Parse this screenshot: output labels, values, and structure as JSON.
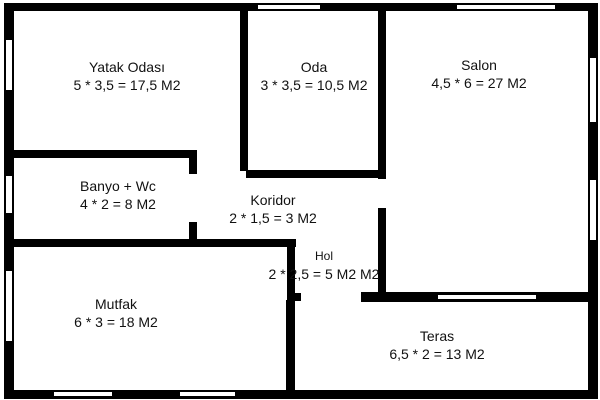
{
  "floor_plan": {
    "colors": {
      "wall": "#000000",
      "window": "#ffffff",
      "background": "#ffffff",
      "text": "#111111"
    },
    "rooms": [
      {
        "id": "yatak-odasi",
        "name": "Yatak Odası",
        "area": "5 * 3,5 = 17,5 M2"
      },
      {
        "id": "oda",
        "name": "Oda",
        "area": "3 * 3,5 = 10,5 M2"
      },
      {
        "id": "salon",
        "name": "Salon",
        "area": "4,5  * 6 = 27 M2"
      },
      {
        "id": "banyo-wc",
        "name": "Banyo + Wc",
        "area": "4 * 2 = 8 M2"
      },
      {
        "id": "koridor",
        "name": "Koridor",
        "area": "2 * 1,5 = 3 M2"
      },
      {
        "id": "hol",
        "name": "Hol",
        "area": "2 * 2,5 = 5 M2 M2"
      },
      {
        "id": "mutfak",
        "name": "Mutfak",
        "area": "6 * 3 = 18 M2"
      },
      {
        "id": "teras",
        "name": "Teras",
        "area": "6,5 * 2 = 13 M2"
      }
    ]
  }
}
